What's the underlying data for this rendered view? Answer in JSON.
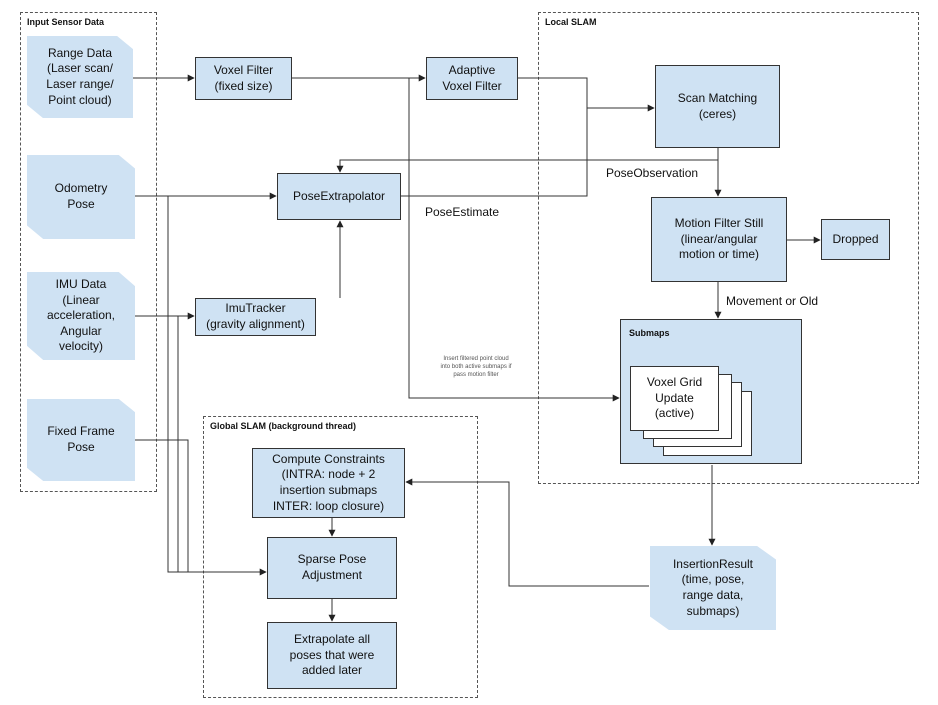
{
  "groups": {
    "input": "Input Sensor Data",
    "local": "Local SLAM",
    "global": "Global SLAM (background thread)",
    "submaps": "Submaps"
  },
  "inputs": {
    "range": "Range Data\n(Laser scan/\nLaser range/\nPoint cloud)",
    "odometry": "Odometry\nPose",
    "imu": "IMU Data\n(Linear\nacceleration,\nAngular\nvelocity)",
    "fixed": "Fixed Frame\nPose"
  },
  "nodes": {
    "voxel_filter": "Voxel Filter\n(fixed size)",
    "adaptive_filter": "Adaptive\nVoxel Filter",
    "scan_matching": "Scan Matching\n(ceres)",
    "pose_extrapolator": "PoseExtrapolator",
    "motion_filter": "Motion Filter Still\n(linear/angular\nmotion or time)",
    "dropped": "Dropped",
    "imu_tracker": "ImuTracker\n(gravity alignment)",
    "voxel_grid": "Voxel Grid\nUpdate\n(active)",
    "insertion_result": "InsertionResult\n(time, pose,\nrange data,\nsubmaps)",
    "compute_constraints": "Compute Constraints\n(INTRA: node + 2\ninsertion submaps\nINTER: loop closure)",
    "sparse_pose": "Sparse Pose\nAdjustment",
    "extrapolate": "Extrapolate all\nposes that were\nadded later"
  },
  "edge_labels": {
    "pose_observation": "PoseObservation",
    "pose_estimate": "PoseEstimate",
    "movement": "Movement or Old",
    "insert_note": "Insert filtered point cloud\ninto both active submaps if\npass motion filter"
  }
}
